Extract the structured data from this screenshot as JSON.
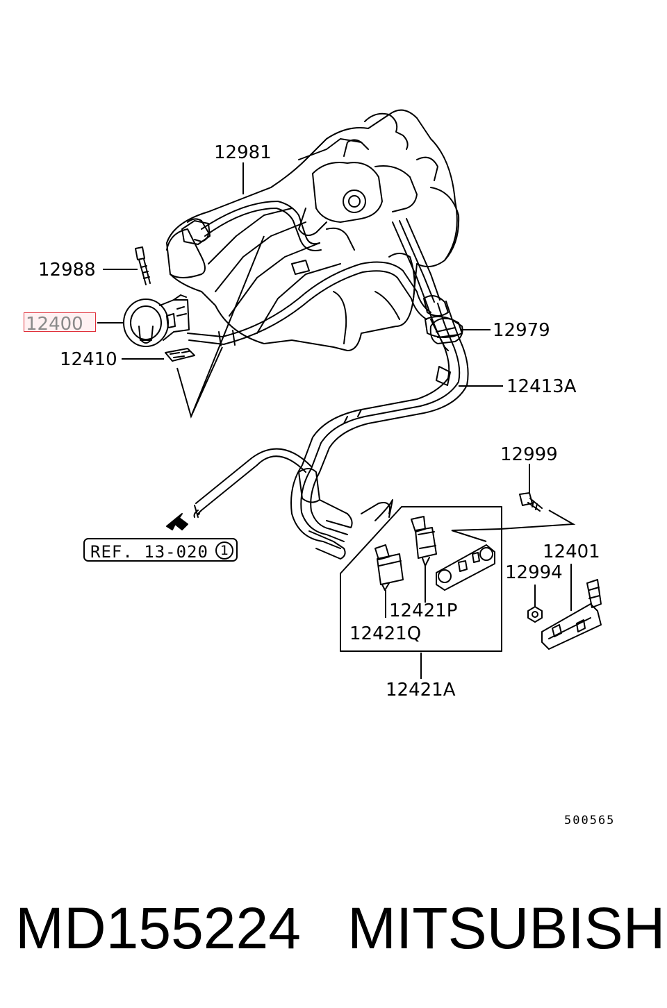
{
  "labels": {
    "p12981": "12981",
    "p12988": "12988",
    "p12400": "12400",
    "p12410": "12410",
    "p12979": "12979",
    "p12413A": "12413A",
    "p12999": "12999",
    "p12401": "12401",
    "p12994": "12994",
    "p12421P": "12421P",
    "p12421Q": "12421Q",
    "p12421A": "12421A"
  },
  "ref": {
    "text": "REF. 13-020",
    "circle": "1"
  },
  "diagram_code": "500565",
  "footer": {
    "part_number": "MD155224",
    "brand": "MITSUBISHI"
  },
  "highlight_color": "#e0303a"
}
